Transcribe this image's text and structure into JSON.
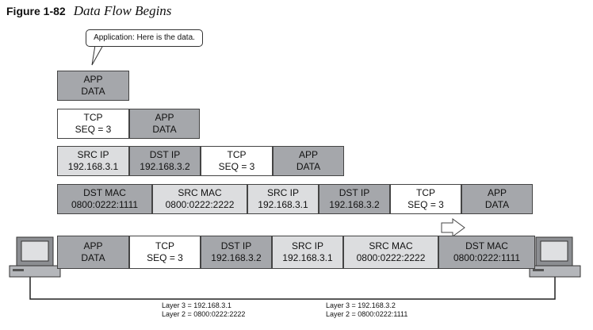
{
  "figure": {
    "number": "Figure 1-82",
    "caption": "Data Flow Begins"
  },
  "callout": {
    "text": "Application: Here is the data."
  },
  "rows": [
    [
      {
        "l1": "APP",
        "l2": "DATA",
        "shade": "dark"
      }
    ],
    [
      {
        "l1": "TCP",
        "l2": "SEQ = 3",
        "shade": "white"
      },
      {
        "l1": "APP",
        "l2": "DATA",
        "shade": "dark"
      }
    ],
    [
      {
        "l1": "SRC IP",
        "l2": "192.168.3.1",
        "shade": "light"
      },
      {
        "l1": "DST IP",
        "l2": "192.168.3.2",
        "shade": "dark"
      },
      {
        "l1": "TCP",
        "l2": "SEQ = 3",
        "shade": "white"
      },
      {
        "l1": "APP",
        "l2": "DATA",
        "shade": "dark"
      }
    ],
    [
      {
        "l1": "DST MAC",
        "l2": "0800:0222:1111",
        "shade": "dark"
      },
      {
        "l1": "SRC MAC",
        "l2": "0800:0222:2222",
        "shade": "light"
      },
      {
        "l1": "SRC IP",
        "l2": "192.168.3.1",
        "shade": "light"
      },
      {
        "l1": "DST IP",
        "l2": "192.168.3.2",
        "shade": "dark"
      },
      {
        "l1": "TCP",
        "l2": "SEQ = 3",
        "shade": "white"
      },
      {
        "l1": "APP",
        "l2": "DATA",
        "shade": "dark"
      }
    ],
    [
      {
        "l1": "APP",
        "l2": "DATA",
        "shade": "dark"
      },
      {
        "l1": "TCP",
        "l2": "SEQ = 3",
        "shade": "white"
      },
      {
        "l1": "DST IP",
        "l2": "192.168.3.2",
        "shade": "dark"
      },
      {
        "l1": "SRC IP",
        "l2": "192.168.3.1",
        "shade": "light"
      },
      {
        "l1": "SRC MAC",
        "l2": "0800:0222:2222",
        "shade": "light"
      },
      {
        "l1": "DST MAC",
        "l2": "0800:0222:1111",
        "shade": "dark"
      }
    ]
  ],
  "hosts": {
    "left": {
      "layer3": "Layer 3 = 192.168.3.1",
      "layer2": "Layer 2 = 0800:0222:2222"
    },
    "right": {
      "layer3": "Layer 3 = 192.168.3.2",
      "layer2": "Layer 2 = 0800:0222:1111"
    }
  },
  "colors": {
    "dark": "#a5a7ab",
    "light": "#dcdddf",
    "white": "#ffffff",
    "line": "#222222"
  }
}
